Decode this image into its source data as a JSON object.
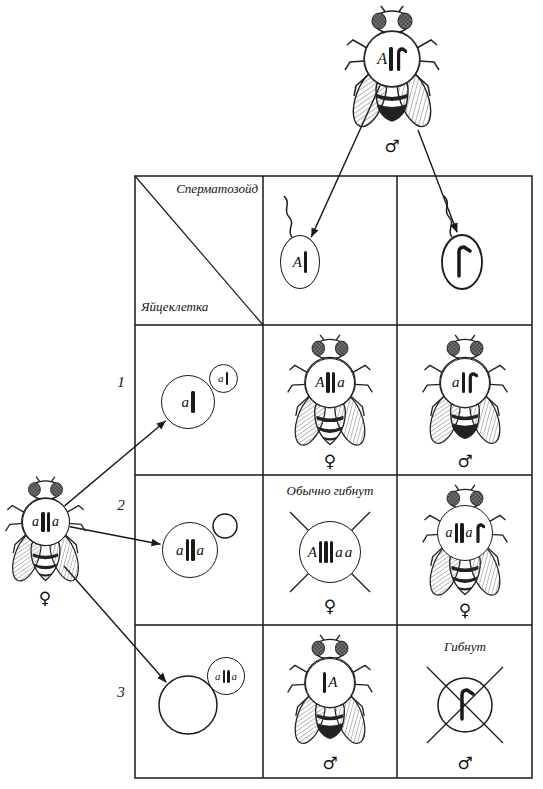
{
  "diagram": {
    "nodes": [
      {
        "text": [
          "A"
        ]
      },
      {
        "text": [
          "A"
        ]
      },
      {
        "text": [
          "a"
        ]
      },
      {
        "text": [
          "a"
        ]
      },
      {
        "text": [
          "A",
          "a"
        ]
      },
      {
        "text": [
          "a"
        ]
      },
      {
        "text": [
          "a",
          "a"
        ]
      },
      {
        "text": [
          "a",
          "a"
        ]
      },
      {
        "text": [
          "A",
          "a",
          "a"
        ]
      },
      {
        "text": [
          "a",
          "a"
        ]
      },
      {
        "text": [
          "a",
          "a"
        ]
      },
      {
        "text": [
          "A"
        ]
      }
    ],
    "edges": [
      {
        "from": 0,
        "to": 1,
        "arrow": "to"
      },
      {
        "from": 6,
        "to": 2,
        "arrow": "to"
      },
      {
        "from": 6,
        "to": 7,
        "arrow": "to"
      }
    ],
    "labels": [
      "♂",
      "Сперматозойд",
      "Яйцеклетка",
      "1",
      "♀",
      "♂",
      "2",
      "Обычно гибнут",
      "♀",
      "♀",
      "♀",
      "3",
      "Гибнут",
      "♂",
      "♂"
    ]
  }
}
